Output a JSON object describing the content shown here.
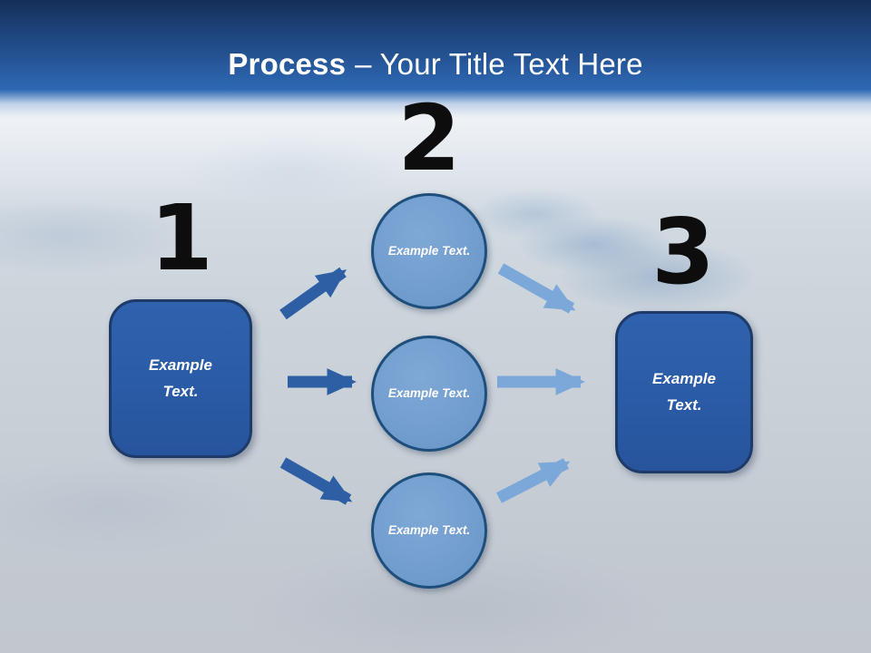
{
  "title": {
    "emphasis": "Process",
    "rest": "– Your Title Text Here"
  },
  "steps": [
    {
      "number": "1"
    },
    {
      "number": "2"
    },
    {
      "number": "3"
    }
  ],
  "left_box": {
    "label": "Example Text."
  },
  "right_box": {
    "label": "Example Text."
  },
  "circles": [
    {
      "label": "Example Text."
    },
    {
      "label": "Example Text."
    },
    {
      "label": "Example Text."
    }
  ],
  "colors": {
    "header_top": "#142f56",
    "header_bottom": "#2e69b4",
    "title_text": "#ffffff",
    "number_text": "#0d0d0d",
    "box_fill": "#2a5ba6",
    "box_border": "#1e3a68",
    "circle_fill": "#6f9bcc",
    "circle_border": "#1d4e7c",
    "arrow_dark": "#2e5fa5",
    "arrow_light": "#7ca8d9"
  }
}
